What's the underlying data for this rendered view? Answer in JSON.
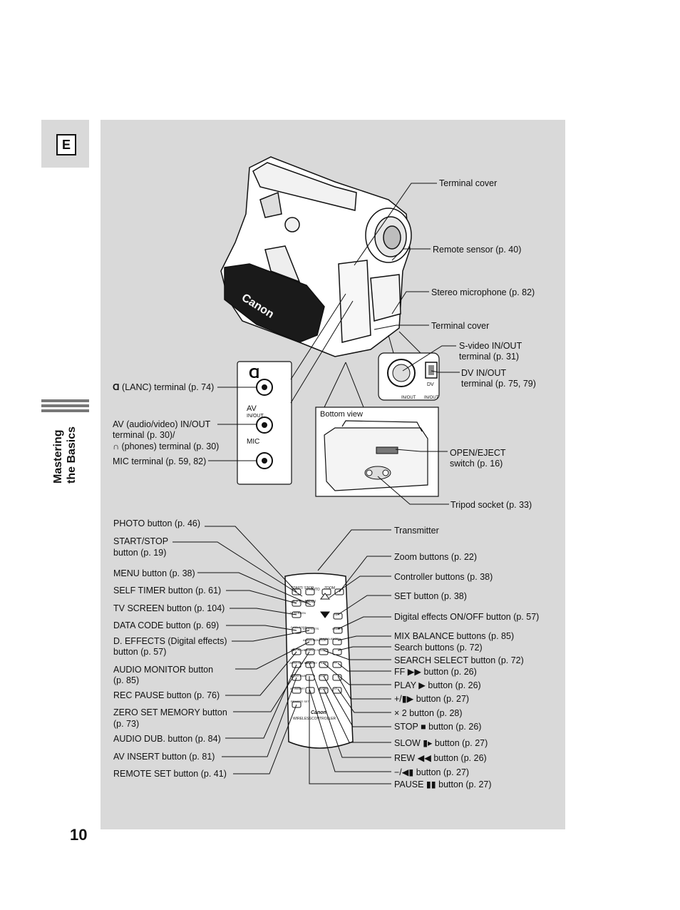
{
  "tab_letter": "E",
  "section_title_line1": "Mastering",
  "section_title_line2": "the Basics",
  "page_number": "10",
  "camera_labels": {
    "terminal_cover_top": "Terminal cover",
    "remote_sensor": "Remote sensor (p. 40)",
    "stereo_mic": "Stereo microphone (p. 82)",
    "terminal_cover_bottom": "Terminal cover",
    "svideo_line1": "S-video IN/OUT",
    "svideo_line2": "terminal (p. 31)",
    "dv_line1": "DV IN/OUT",
    "dv_line2": "terminal (p. 75, 79)",
    "lanc": "(LANC) terminal (p. 74)",
    "av_line1": "AV (audio/video) IN/OUT",
    "av_line2": "terminal (p. 30)/",
    "av_line3": "(phones) terminal (p. 30)",
    "mic": "MIC terminal (p. 59, 82)",
    "bottom_view": "Bottom view",
    "open_eject_line1": "OPEN/EJECT",
    "open_eject_line2": "switch (p. 16)",
    "tripod": "Tripod socket (p. 33)",
    "jack_av": "AV",
    "jack_inout": "IN/OUT",
    "jack_mic": "MIC",
    "dv_small": "DV",
    "inout_small": "IN/OUT",
    "brand": "Canon"
  },
  "remote_left_labels": [
    "PHOTO button (p. 46)",
    "START/STOP",
    "button (p. 19)",
    "MENU button (p. 38)",
    "SELF TIMER button (p. 61)",
    "TV SCREEN button (p. 104)",
    "DATA CODE button (p. 69)",
    "D. EFFECTS (Digital effects)",
    "button (p. 57)",
    "AUDIO MONITOR button",
    "(p. 85)",
    "REC PAUSE button (p. 76)",
    "ZERO SET MEMORY button",
    "(p. 73)",
    "AUDIO DUB. button (p. 84)",
    "AV INSERT button (p. 81)",
    "REMOTE SET button (p. 41)"
  ],
  "remote_right_labels": [
    "Transmitter",
    "Zoom buttons (p. 22)",
    "Controller buttons (p. 38)",
    "SET button (p. 38)",
    "Digital effects ON/OFF button (p. 57)",
    "MIX BALANCE buttons (p. 85)",
    "Search buttons (p. 72)",
    "SEARCH SELECT button (p. 72)",
    "FF ▶▶ button (p. 26)",
    "PLAY ▶ button (p. 26)",
    "+/▮▶ button (p. 27)",
    "× 2 button (p. 28)",
    "STOP ■ button (p. 26)",
    "SLOW ▮▸ button (p. 27)",
    "REW ◀◀ button (p. 26)",
    "−/◀▮ button (p. 27)",
    "PAUSE ▮▮ button (p. 27)"
  ],
  "remote_small_text": {
    "start_stop": "START/ STOP",
    "photo": "PHOTO",
    "zoom": "ZOOM",
    "menu": "MENU",
    "self_timer": "SELF TIMER",
    "tv_screen": "TV SCREEN",
    "set": "SET",
    "data_code": "DATA CODE",
    "d_effects": "D.EFFECTS",
    "on_off": "ON/OFF",
    "audio_monitor": "AUDIO MONITOR",
    "mix_balance": "MIX BALANCE",
    "rec_pause": "REC PAUSE",
    "search_select": "SEARCH SELECT",
    "rew": "REW",
    "play": "PLAY",
    "ff": "FF",
    "zero_set": "ZERO SET MEMORY",
    "stop": "STOP",
    "audio_dub": "AUDIO DUB.",
    "av_insert": "AV INSERT",
    "slow": "SLOW",
    "x2": "×2",
    "remote_set": "REMOTE SET",
    "wireless": "WIRELESS",
    "controller": "CONTROLLER"
  }
}
